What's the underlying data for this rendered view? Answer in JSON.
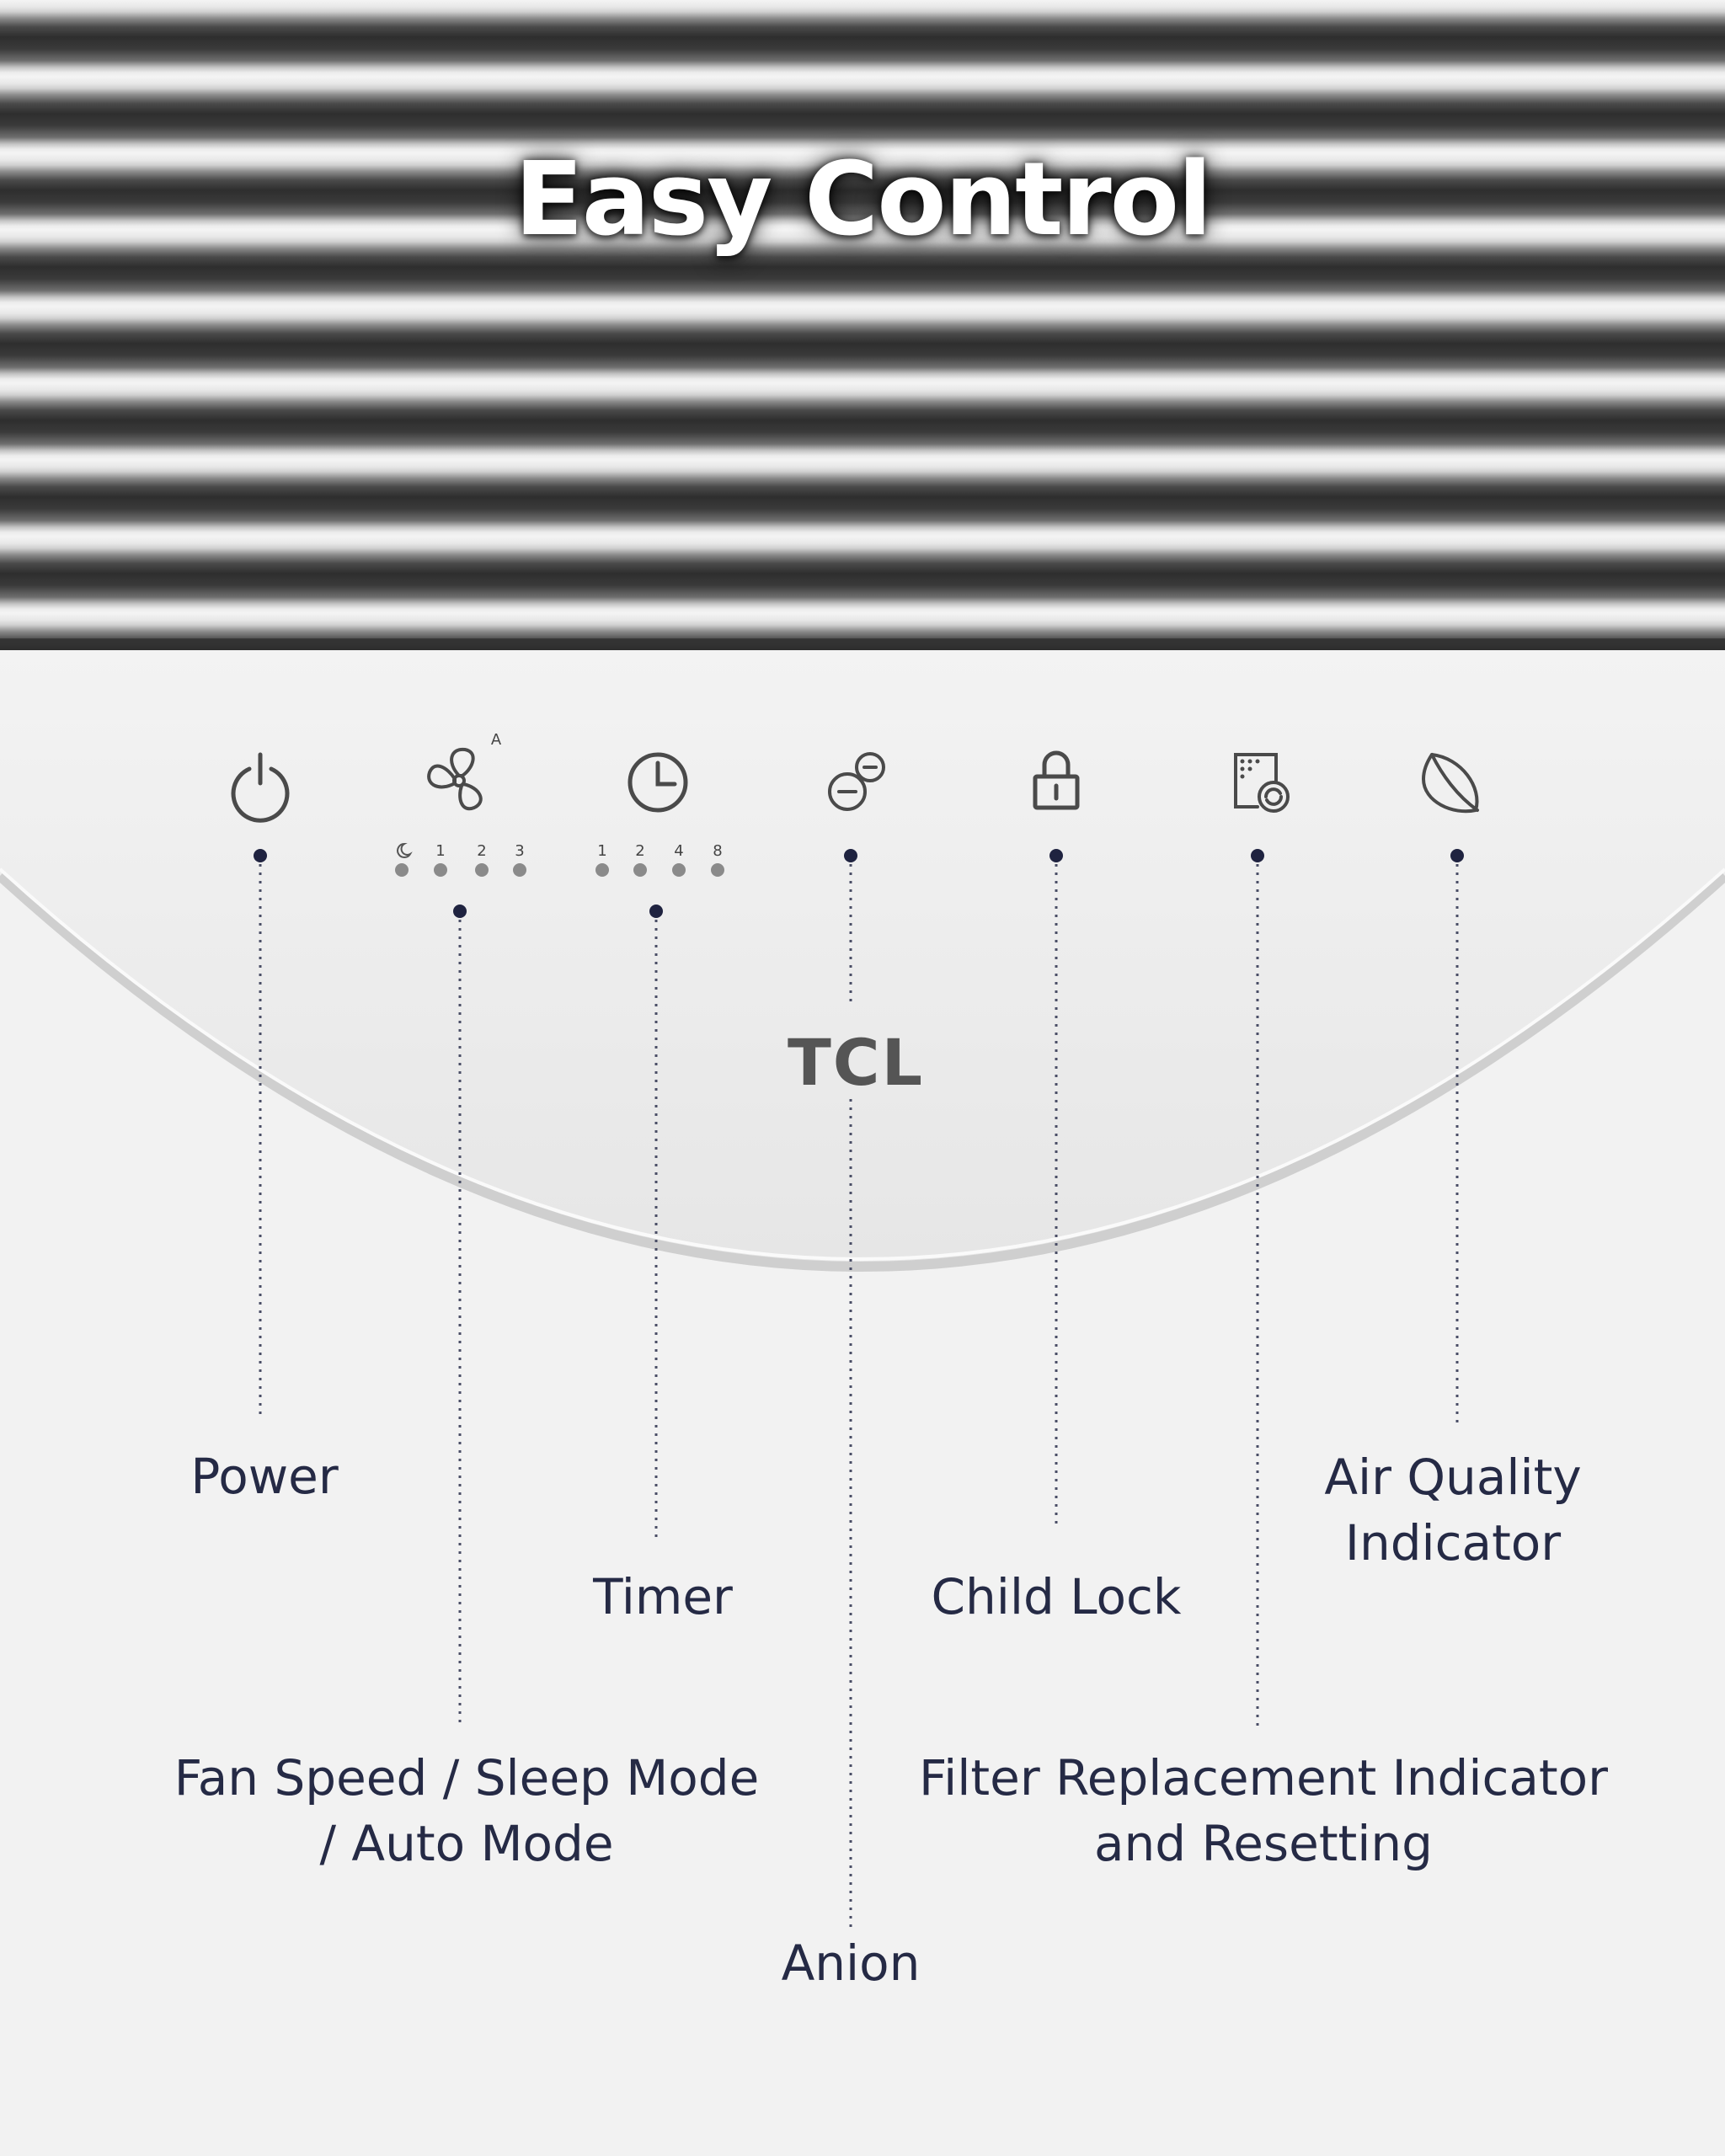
{
  "title": "Easy Control",
  "brand": "TCL",
  "fan_auto_mark": "A",
  "fan_speed_marks": [
    "1",
    "2",
    "3"
  ],
  "timer_marks": [
    "1",
    "2",
    "4",
    "8"
  ],
  "labels": {
    "power": "Power",
    "timer": "Timer",
    "child_lock": "Child Lock",
    "air_quality_line1": "Air Quality",
    "air_quality_line2": "Indicator",
    "fan_line1": "Fan Speed / Sleep Mode",
    "fan_line2": "/ Auto Mode",
    "filter_line1": "Filter Replacement Indicator",
    "filter_line2": "and Resetting",
    "anion": "Anion"
  },
  "colors": {
    "text": "#252a45",
    "dot": "#1f2340",
    "icon": "#4a4a4a",
    "panel": "#ececec"
  }
}
